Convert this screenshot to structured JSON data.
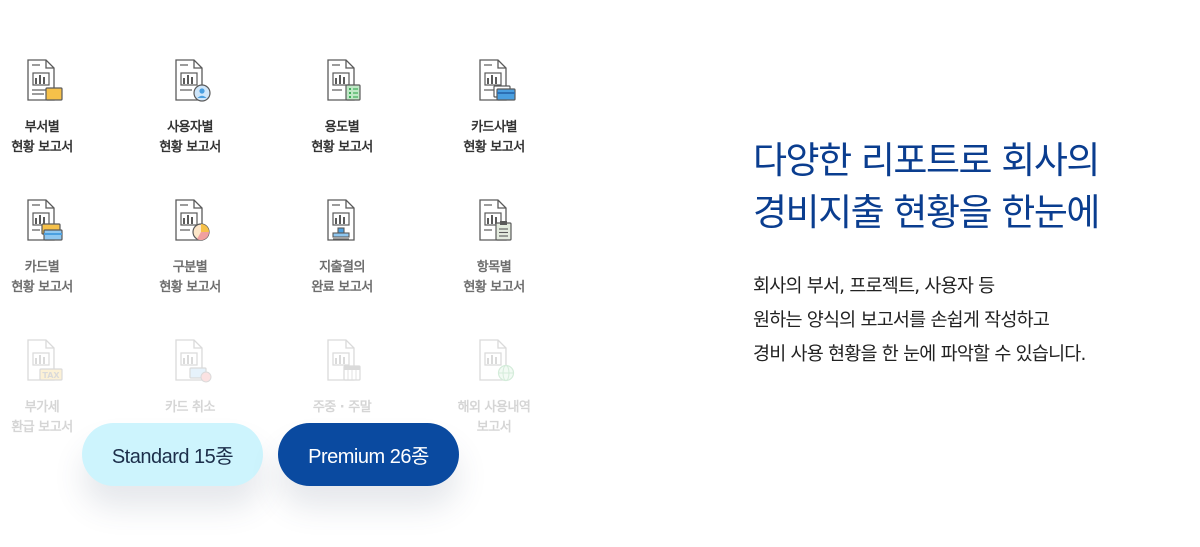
{
  "reports": [
    {
      "line1": "부서별",
      "line2": "현황 보고서",
      "badge": "folder-icon",
      "row": 1
    },
    {
      "line1": "사용자별",
      "line2": "현황 보고서",
      "badge": "user-icon",
      "row": 1
    },
    {
      "line1": "용도별",
      "line2": "현황 보고서",
      "badge": "list-icon",
      "row": 1
    },
    {
      "line1": "카드사별",
      "line2": "현황 보고서",
      "badge": "card-icon",
      "row": 1
    },
    {
      "line1": "카드별",
      "line2": "현황 보고서",
      "badge": "cards-icon",
      "row": 2
    },
    {
      "line1": "구분별",
      "line2": "현황 보고서",
      "badge": "pie-icon",
      "row": 2
    },
    {
      "line1": "지출결의",
      "line2": "완료 보고서",
      "badge": "stamp-icon",
      "row": 2
    },
    {
      "line1": "항목별",
      "line2": "현황 보고서",
      "badge": "clipboard-icon",
      "row": 2
    },
    {
      "line1": "부가세",
      "line2": "환급 보고서",
      "badge": "tax-icon",
      "row": 3
    },
    {
      "line1": "카드 취소",
      "line2": "",
      "badge": "card-cancel-icon",
      "row": 3
    },
    {
      "line1": "주중 · 주말",
      "line2": "",
      "badge": "calendar-icon",
      "row": 3
    },
    {
      "line1": "해외 사용내역",
      "line2": "보고서",
      "badge": "globe-icon",
      "row": 3
    }
  ],
  "plans": {
    "standard": "Standard 15종",
    "premium": "Premium 26종"
  },
  "headline": {
    "line1": "다양한 리포트로 회사의",
    "line2": "경비지출 현황을 한눈에"
  },
  "description": {
    "line1": "회사의 부서, 프로젝트, 사용자 등",
    "line2": "원하는 양식의 보고서를 손쉽게 작성하고",
    "line3": "경비 사용 현황을 한 눈에 파악할 수 있습니다."
  },
  "colors": {
    "headline": "#0a3d8f",
    "premium_pill": "#0a4aa0",
    "standard_pill": "#cdf4fd",
    "accent_yellow": "#f6c14a",
    "accent_blue": "#4a9fe0",
    "accent_green": "#3fae5a"
  }
}
